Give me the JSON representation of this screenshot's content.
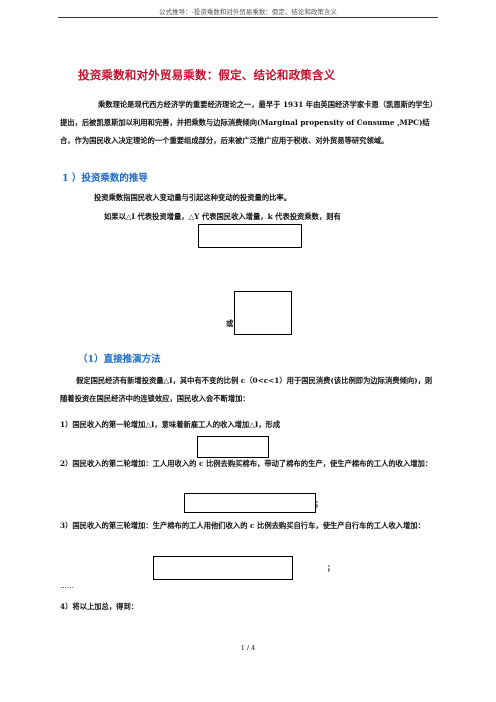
{
  "header": {
    "text": "公式推导：-投资乘数和对外贸易乘数：假定、结论和政策含义"
  },
  "title": "投资乘数和对外贸易乘数：假定、结论和政策含义",
  "intro": "乘数理论是现代西方经济学的重要经济理论之一，最早于 1931 年由英国经济学家卡恩（凯恩斯的学生）提出，后被凯恩斯加以利用和完善，并把乘数与边际消费倾向(Marginal propensity of Consume ,MPC)结合，作为国民收入决定理论的一个重要组成部分，后来被广泛推广应用于税收、对外贸易等研究领域。",
  "section1": {
    "heading": "1 ）投资乘数的推导",
    "definition": "投资乘数指国民收入变动量与引起这种变动的投资量的比率。",
    "symbols": "如果以△I 代表投资增量，△Y 代表国民收入增量，k 代表投资乘数，则有",
    "or_label": "或"
  },
  "section2": {
    "heading": "（1）直接推演方法",
    "para": "假定国民经济有新增投资量△I，其中有不变的比例 c（0<c<1）用于国民消费(该比例即为边际消费倾向)，则随着投资在国民经济中的连锁效应，国民收入会不断增加：",
    "step1": "1）国民收入的第一轮增加△I，意味着新雇工人的收入增加△I，形成",
    "step2": "2）国民收入的第二轮增加：工人用收入的 c 比例去购买棉布，带动了棉布的生产，使生产棉布的工人的收入增加：",
    "step2_end": "；",
    "step3": "3）国民收入的第三轮增加：生产棉布的工人用他们收入的 c 比例去购买自行车，使生产自行车的工人收入增加：",
    "step3_end": "；",
    "ellipsis": "……",
    "step4": "4）将以上加总，得到："
  },
  "footer": {
    "page": "1 / 4"
  }
}
